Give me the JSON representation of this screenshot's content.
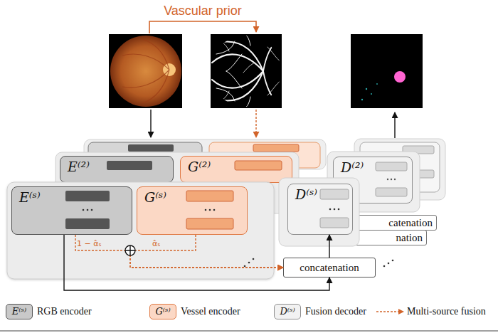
{
  "diagram": {
    "nodes": [
      {
        "text": [
          "E⁽²⁾"
        ]
      },
      {
        "text": [
          "G⁽²⁾"
        ]
      },
      {
        "text": [
          "D⁽²⁾"
        ]
      },
      {
        "text": [
          "catenation"
        ]
      },
      {
        "text": [
          "E⁽ˢ⁾"
        ]
      },
      {
        "text": [
          "G⁽ˢ⁾"
        ]
      },
      {
        "text": [
          "D⁽ˢ⁾"
        ]
      },
      {
        "text": [
          "nation"
        ]
      },
      {
        "text": [
          "concatenation"
        ]
      }
    ],
    "edges": [
      {
        "from": 4,
        "to": 8,
        "arrow": "to"
      },
      {
        "from": 4,
        "to": 8,
        "label": "1 − α̂ₛ",
        "arrow": "to"
      },
      {
        "from": 5,
        "to": 8,
        "label": "α̂ₛ",
        "arrow": "to"
      },
      {
        "from": 8,
        "to": 6,
        "arrow": "to"
      }
    ],
    "labels": [
      "Vascular prior",
      "E⁽ˢ⁾",
      "G⁽ˢ⁾",
      "D⁽ˢ⁾"
    ],
    "legend": [
      {
        "text": "RGB encoder",
        "color": "#c9c9c9"
      },
      {
        "text": "Vessel encoder",
        "color": "#fbd8c5"
      },
      {
        "text": "Fusion decoder",
        "color": "#f2f2f2"
      },
      {
        "text": "Multi-source fusion"
      }
    ]
  }
}
